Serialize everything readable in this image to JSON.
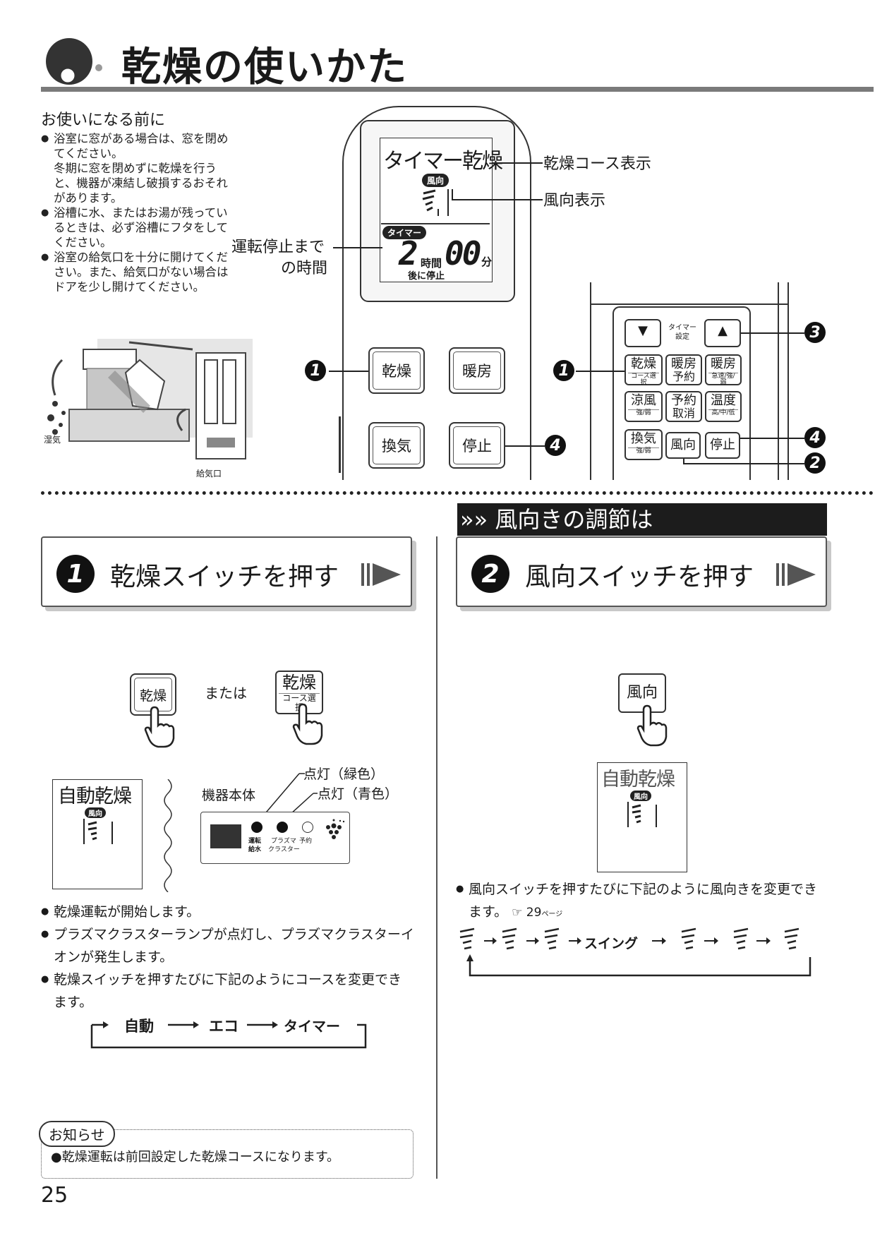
{
  "header": {
    "title": "乾燥の使いかた"
  },
  "before_use": {
    "heading": "お使いになる前に",
    "notes": [
      "浴室に窓がある場合は、窓を閉めてください。",
      "冬期に窓を閉めずに乾燥を行うと、機器が凍結し破損するおそれがあります。",
      "浴槽に水、またはお湯が残っているときは、必ず浴槽にフタをしてください。",
      "浴室の給気口を十分に開けてください。また、給気口がない場合はドアを少し開けてください。"
    ],
    "illustration_labels": {
      "humid": "湿気",
      "air_inlet": "給気口"
    }
  },
  "remote": {
    "lcd_course": "タイマー乾燥",
    "lcd_wind_tag": "風向",
    "lcd_timer_tag": "タイマー",
    "lcd_hours": "2",
    "lcd_hours_unit": "時間",
    "lcd_minutes": "00",
    "lcd_minutes_unit": "分",
    "lcd_after_stop": "後に停止",
    "callout_course": "乾燥コース表示",
    "callout_wind": "風向表示",
    "callout_timer_line1": "運転停止まで",
    "callout_timer_line2": "の時間",
    "keys": {
      "dry": "乾燥",
      "heat": "暖房",
      "vent": "換気",
      "stop": "停止"
    },
    "step_nums": {
      "one": "1",
      "two": "2",
      "three": "3",
      "four": "4"
    }
  },
  "remote_small": {
    "timer_set": "タイマー設定",
    "keys": [
      {
        "big": "乾燥",
        "sm": "コース選択"
      },
      {
        "big": "暖房",
        "sm": "予約"
      },
      {
        "big": "暖房",
        "sm": "急速/強/弱"
      },
      {
        "big": "涼風",
        "sm": "強/弱"
      },
      {
        "big": "予約",
        "sm": "取消"
      },
      {
        "big": "温度",
        "sm": "高/中/低"
      },
      {
        "big": "換気",
        "sm": "強/弱"
      },
      {
        "big": "風向",
        "sm": ""
      },
      {
        "big": "停止",
        "sm": ""
      }
    ],
    "arrow_down": "▼",
    "arrow_up": "▲"
  },
  "step1": {
    "num": "1",
    "title": "乾燥スイッチを押す",
    "key_a": "乾燥",
    "or_text": "または",
    "key_b_big": "乾燥",
    "key_b_small": "コース選択",
    "lcd_text": "自動乾燥",
    "lcd_tag": "風向",
    "lamp_green": "点灯（緑色）",
    "lamp_blue": "点灯（青色）",
    "unit_label": "機器本体",
    "panel_labels": {
      "run": "運転",
      "water": "給水",
      "plasma": "プラズマ",
      "cluster": "クラスター",
      "reserve": "予約"
    },
    "bullets": [
      "乾燥運転が開始します。",
      "プラズマクラスターランプが点灯し、プラズマクラスターイオンが発生します。",
      "乾燥スイッチを押すたびに下記のようにコースを変更できます。"
    ],
    "cycle": [
      "自動",
      "エコ",
      "タイマー"
    ]
  },
  "step2": {
    "banner": "»» 風向きの調節は",
    "num": "2",
    "title": "風向スイッチを押す",
    "key": "風向",
    "lcd_text": "自動乾燥",
    "lcd_tag": "風向",
    "bullet": "風向スイッチを押すたびに下記のように風向きを変更できます。",
    "ref": "☞ 29",
    "ref_unit": "ページ",
    "swing": "スイング"
  },
  "notice": {
    "tag": "お知らせ",
    "text": "乾燥運転は前回設定した乾燥コースになります。"
  },
  "page_number": "25"
}
